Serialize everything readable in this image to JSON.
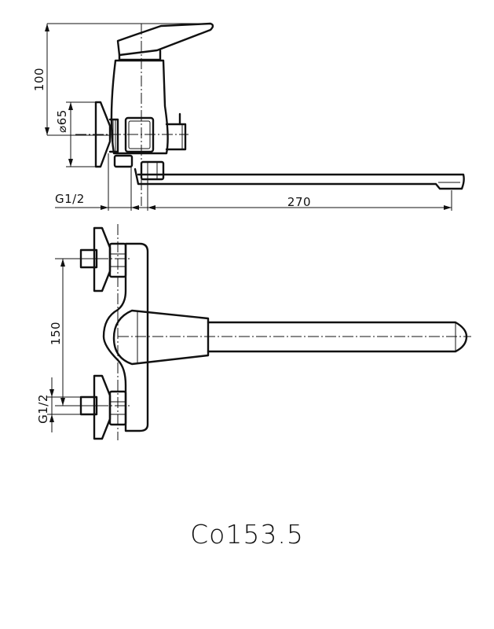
{
  "dimensions": {
    "height": "100",
    "diameter": "⌀65",
    "thread_top": "G1/2",
    "spout_length": "270",
    "spacing": "150",
    "thread_bottom": "G1/2"
  },
  "model_code": "Co153.5",
  "colors": {
    "line": "#111111",
    "background": "#ffffff"
  }
}
